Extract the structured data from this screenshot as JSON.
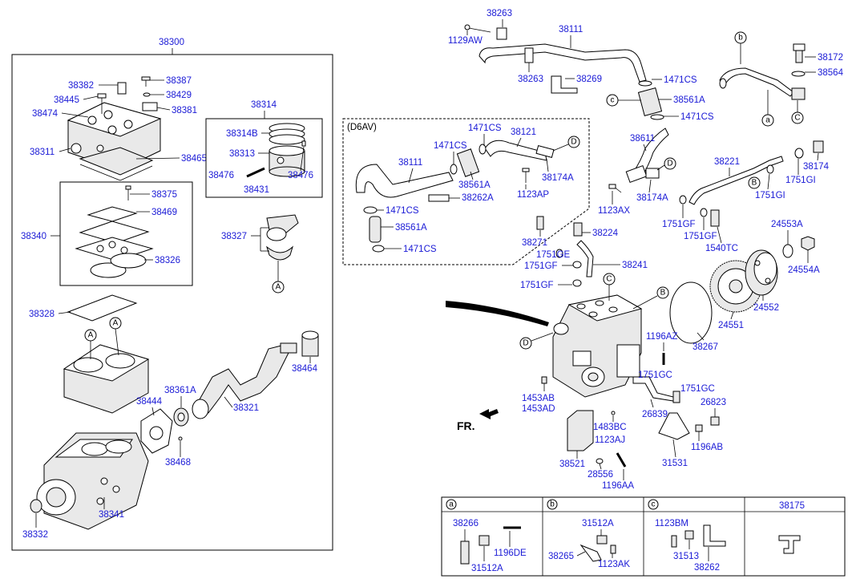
{
  "parts": {
    "p38300": "38300",
    "p38382": "38382",
    "p38387": "38387",
    "p38445": "38445",
    "p38429": "38429",
    "p38474": "38474",
    "p38381": "38381",
    "p38311": "38311",
    "p38465": "38465",
    "p38314": "38314",
    "p38314B": "38314B",
    "p38313": "38313",
    "p38476a": "38476",
    "p38476b": "38476",
    "p38431": "38431",
    "p38375": "38375",
    "p38469": "38469",
    "p38340": "38340",
    "p38326": "38326",
    "p38327": "38327",
    "p38328": "38328",
    "p38464": "38464",
    "p38361A": "38361A",
    "p38444": "38444",
    "p38321": "38321",
    "p38468": "38468",
    "p38341": "38341",
    "p38332": "38332",
    "p38263a": "38263",
    "p1129AW": "1129AW",
    "p38111a": "38111",
    "p38263b": "38263",
    "p38269": "38269",
    "p1471CSa": "1471CS",
    "p38561Aa": "38561A",
    "p1471CSb": "1471CS",
    "p1471CSc": "1471CS",
    "p1471CSd": "1471CS",
    "p38121": "38121",
    "p38111b": "38111",
    "p38561Ab": "38561A",
    "p38174Aa": "38174A",
    "p38262A": "38262A",
    "p1123AP": "1123AP",
    "p1471CSe": "1471CS",
    "p38561Ac": "38561A",
    "p1471CSf": "1471CS",
    "p38611": "38611",
    "p38174Ab": "38174A",
    "p1123AX": "1123AX",
    "p38172": "38172",
    "p38564": "38564",
    "p38221": "38221",
    "p38174": "38174",
    "p1751GIa": "1751GI",
    "p1751GIb": "1751GI",
    "p1751GFa": "1751GF",
    "p1751GFb": "1751GF",
    "p1540TC": "1540TC",
    "p24553A": "24553A",
    "p24554A": "24554A",
    "p24552": "24552",
    "p24551": "24551",
    "p38271": "38271",
    "p38224": "38224",
    "p1751GE": "1751GE",
    "p1751GFc": "1751GF",
    "p38241": "38241",
    "p1751GFd": "1751GF",
    "p38267": "38267",
    "p1196AZ": "1196AZ",
    "p1751GCa": "1751GC",
    "p1751GCb": "1751GC",
    "p1453AB": "1453AB",
    "p1453AD": "1453AD",
    "p26839": "26839",
    "p26823": "26823",
    "p1483BC": "1483BC",
    "p1123AJ": "1123AJ",
    "p1196AB": "1196AB",
    "p38521": "38521",
    "p31531": "31531",
    "p28556": "28556",
    "p1196AA": "1196AA"
  },
  "group_label": "(D6AV)",
  "front_label": "FR.",
  "callouts": {
    "A": "A",
    "B": "B",
    "C": "C",
    "D": "D",
    "a": "a",
    "b": "b",
    "c": "c"
  },
  "table": {
    "headers": [
      {
        "key": "a",
        "label": "a"
      },
      {
        "key": "b",
        "label": "b"
      },
      {
        "key": "c",
        "label": "c"
      },
      {
        "key": "d",
        "label": "38175"
      }
    ],
    "cells": {
      "a": [
        "38266",
        "1196DE",
        "31512A"
      ],
      "b": [
        "31512A",
        "38265",
        "1123AK"
      ],
      "c": [
        "1123BM",
        "31513",
        "38262"
      ]
    }
  }
}
